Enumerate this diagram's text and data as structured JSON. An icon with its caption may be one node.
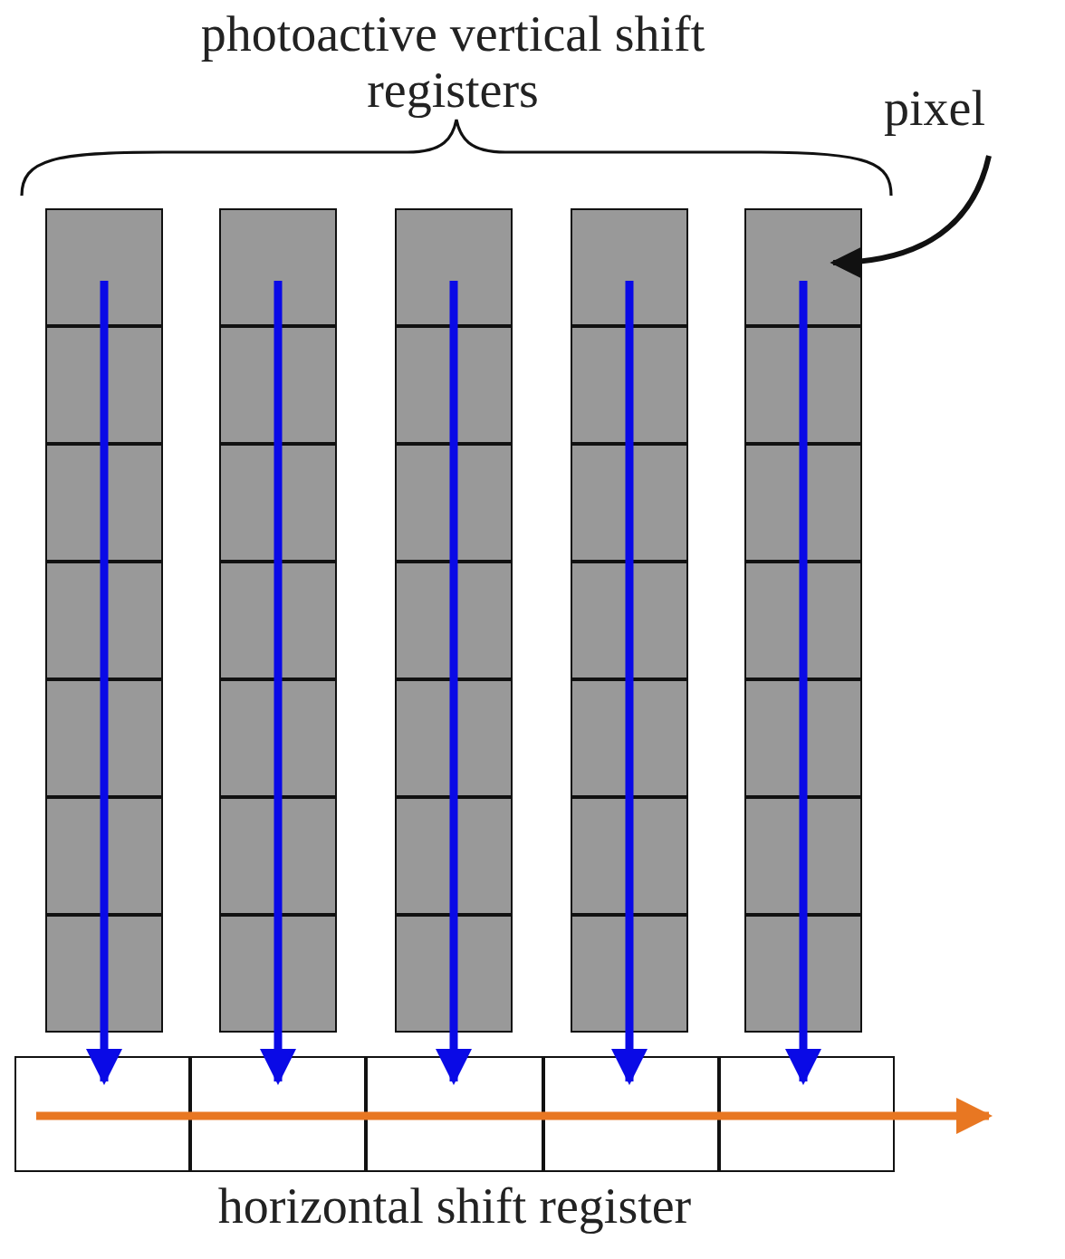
{
  "diagram": {
    "nodes": [
      {
        "text": [
          "pixel"
        ]
      },
      {
        "text": [],
        "shape": "bar"
      },
      {
        "text": [],
        "shape": "bar"
      },
      {
        "text": [],
        "shape": "bar"
      },
      {
        "text": [],
        "shape": "bar"
      },
      {
        "text": [],
        "shape": "bar"
      },
      {
        "text": [
          "horizontal shift register"
        ]
      },
      {
        "text": [],
        "shape": "box",
        "in": 6
      },
      {
        "text": [],
        "shape": "box",
        "in": 6
      },
      {
        "text": [],
        "shape": "box",
        "in": 6
      },
      {
        "text": [],
        "shape": "box",
        "in": 6
      },
      {
        "text": [],
        "shape": "box",
        "in": 6
      }
    ],
    "edges": [
      {
        "from": 1,
        "to": 7,
        "arrow": "to"
      },
      {
        "from": 2,
        "to": 8,
        "arrow": "to"
      },
      {
        "from": 3,
        "to": 9,
        "arrow": "to"
      },
      {
        "from": 4,
        "to": 10,
        "arrow": "to"
      },
      {
        "from": 5,
        "to": 11,
        "arrow": "to"
      },
      {
        "from": 6,
        "to": null,
        "arrow": "to",
        "color": "#e87722"
      },
      {
        "from": 0,
        "to": 5,
        "arrow": "to",
        "color": "#111111"
      }
    ],
    "labels": [
      "photoactive vertical shift registers"
    ]
  }
}
